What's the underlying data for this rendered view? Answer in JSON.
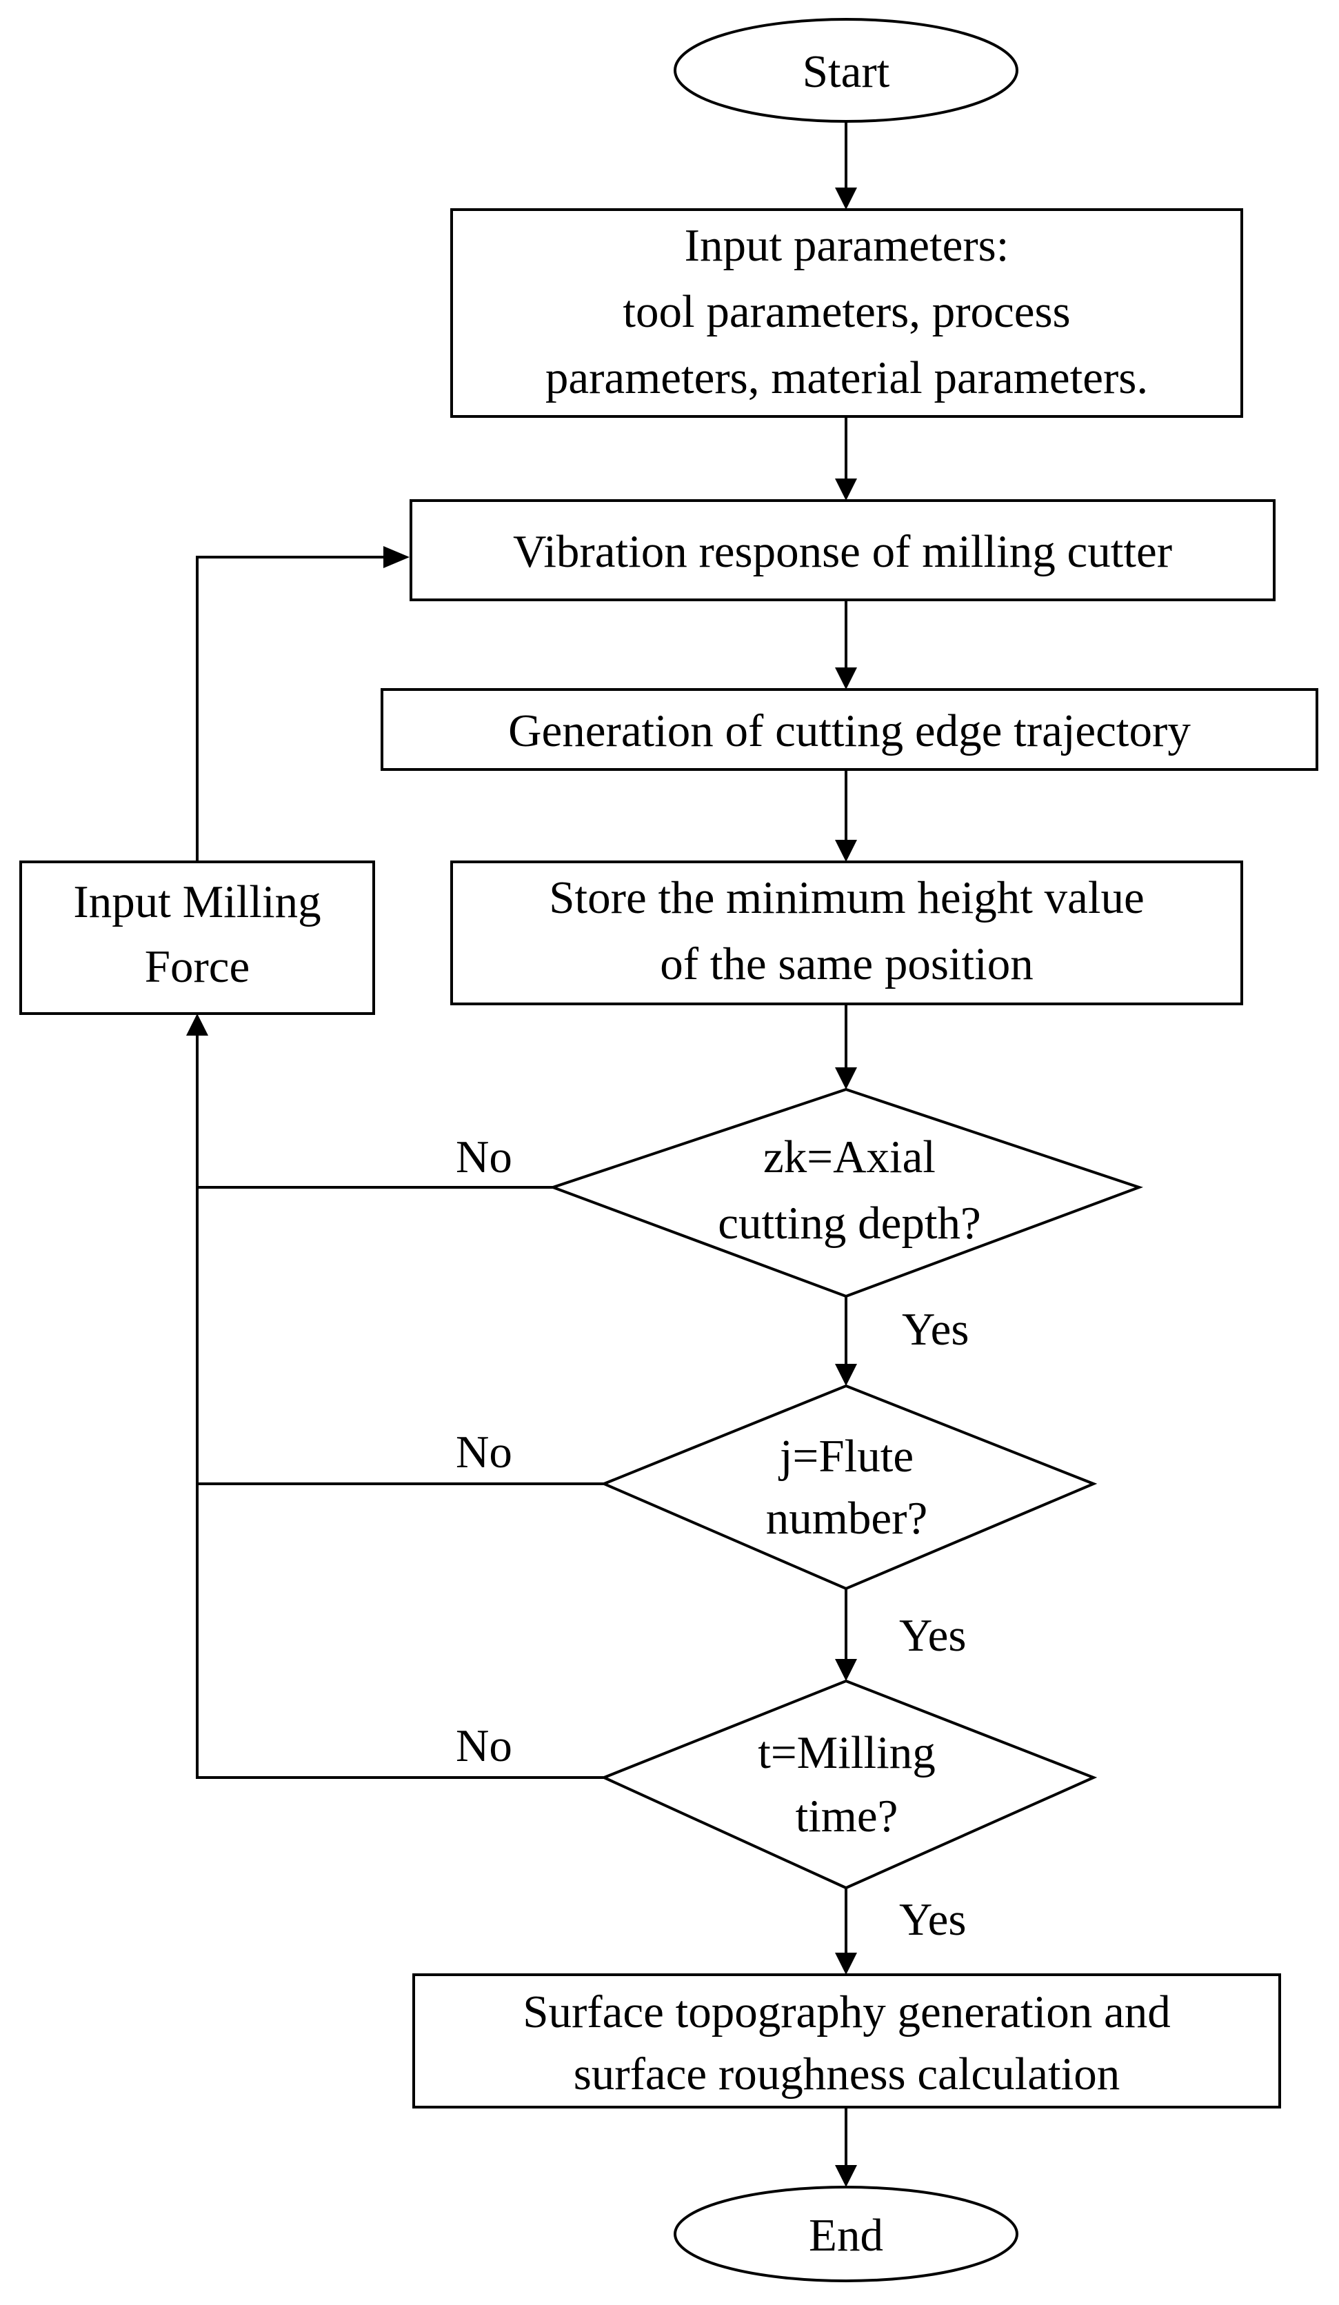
{
  "nodes": {
    "start": {
      "lines": [
        "Start"
      ]
    },
    "input_params": {
      "lines": [
        "Input parameters:",
        "tool parameters, process",
        "parameters, material parameters."
      ]
    },
    "vibration": {
      "lines": [
        "Vibration response of milling cutter"
      ]
    },
    "trajectory": {
      "lines": [
        "Generation of cutting edge trajectory"
      ]
    },
    "store": {
      "lines": [
        "Store the minimum height value",
        "of the same position"
      ]
    },
    "input_force": {
      "lines": [
        "Input Milling",
        "Force"
      ]
    },
    "decision_axial": {
      "lines": [
        "zk=Axial",
        "cutting depth?"
      ]
    },
    "decision_flute": {
      "lines": [
        "j=Flute",
        "number?"
      ]
    },
    "decision_time": {
      "lines": [
        "t=Milling",
        "time?"
      ]
    },
    "surface": {
      "lines": [
        "Surface topography generation and",
        "surface roughness calculation"
      ]
    },
    "end": {
      "lines": [
        "End"
      ]
    }
  },
  "edge_labels": {
    "no": "No",
    "yes": "Yes"
  }
}
